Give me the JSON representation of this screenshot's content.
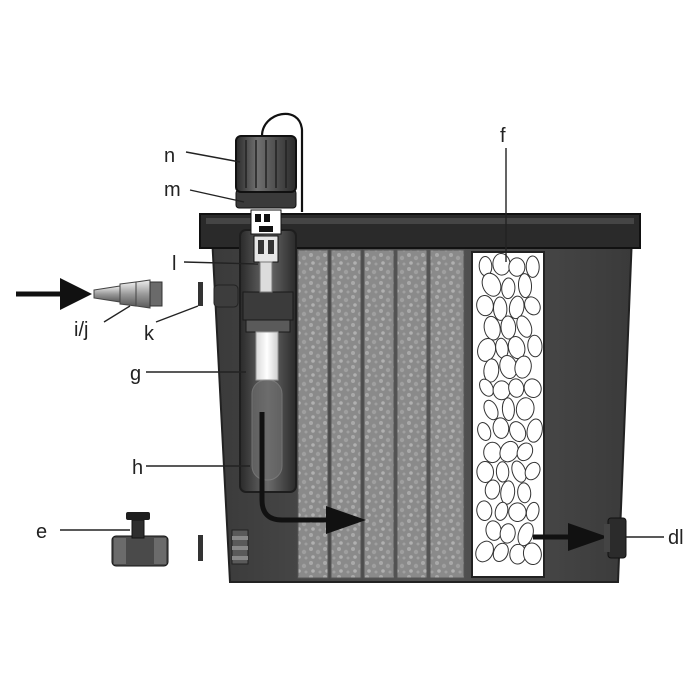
{
  "labels": {
    "n": "n",
    "m": "m",
    "l": "l",
    "ij": "i/j",
    "k": "k",
    "g": "g",
    "h": "h",
    "e": "e",
    "f": "f",
    "dl": "dl"
  },
  "colors": {
    "tank": "#4a4a4a",
    "tank_dark": "#2e2e2e",
    "lid": "#222222",
    "sponge": "#8c8c8c",
    "arrow": "#111111"
  }
}
